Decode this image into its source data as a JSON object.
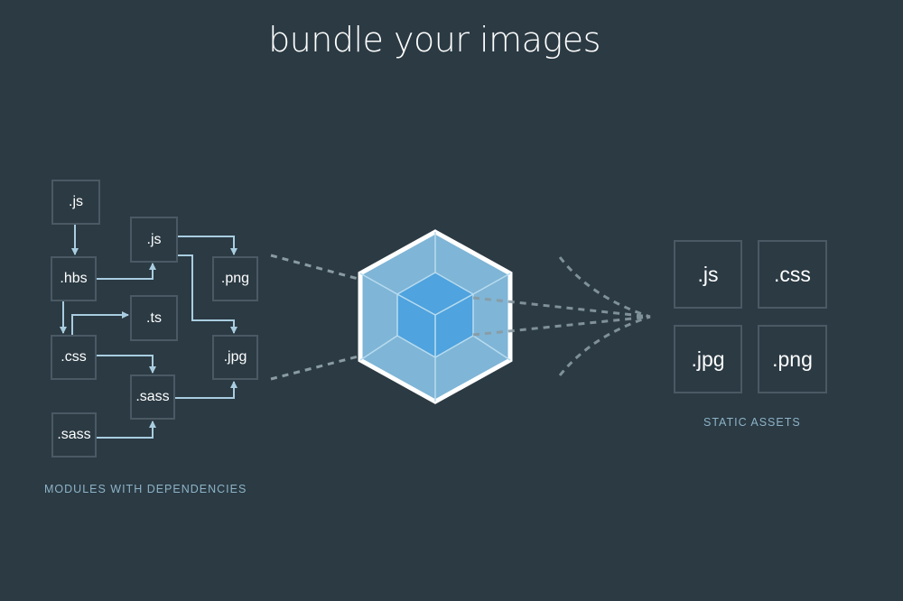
{
  "title": "bundle your images",
  "modules": {
    "caption": "MODULES WITH DEPENDENCIES",
    "items": [
      ".js",
      ".js",
      ".hbs",
      ".png",
      ".ts",
      ".css",
      ".jpg",
      ".sass",
      ".sass"
    ]
  },
  "assets": {
    "caption": "STATIC ASSETS",
    "items": [
      ".js",
      ".css",
      ".jpg",
      ".png"
    ]
  },
  "colors": {
    "background": "#2b3a43",
    "cube_outer": "#8ec6e6",
    "cube_inner": "#4fa3de",
    "caption": "#8db3c7"
  }
}
